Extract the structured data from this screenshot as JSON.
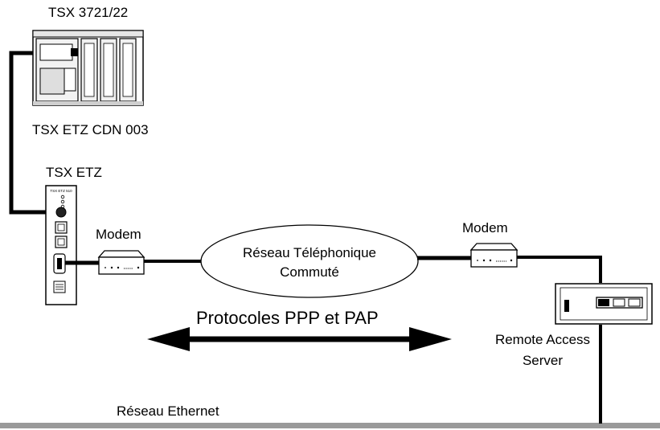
{
  "labels": {
    "plc_model": "TSX 3721/22",
    "cable_model": "TSX ETZ CDN 003",
    "etz_module": "TSX ETZ",
    "modem_left": "Modem",
    "modem_right": "Modem",
    "network_line1": "Réseau Téléphonique",
    "network_line2": "Commuté",
    "protocols": "Protocoles PPP et PAP",
    "ras_line1": "Remote Access",
    "ras_line2": "Server",
    "ethernet": "Réseau Ethernet",
    "etz_faceplate": "TSX ETZ 510"
  }
}
